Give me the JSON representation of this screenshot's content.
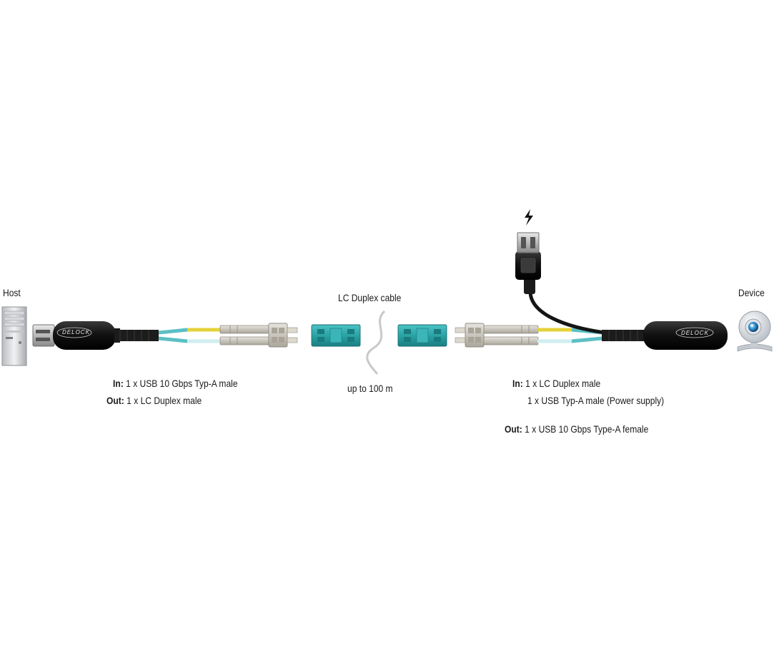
{
  "host_label": "Host",
  "device_label": "Device",
  "cable_label": "LC Duplex cable",
  "distance_label": "up to 100 m",
  "brand": "DELOCK",
  "left_specs": {
    "in_key": "In:",
    "in_value": "1 x USB 10 Gbps Typ-A male",
    "out_key": "Out:",
    "out_value": "1 x LC Duplex male"
  },
  "right_specs": {
    "in_key": "In:",
    "in_value_1": "1 x LC Duplex male",
    "in_value_2": "1 x USB Typ-A male (Power supply)",
    "out_key": "Out:",
    "out_value": "1 x USB 10 Gbps Type-A female"
  },
  "colors": {
    "fiber_aqua": "#5bbfc4",
    "fiber_yellow": "#e6d23a",
    "coupler_teal": "#2aa3a6",
    "connector_grey": "#c9c6bd",
    "jacket_black": "#161616"
  },
  "icons": {
    "power": "lightning-bolt-icon",
    "host": "desktop-tower-icon",
    "device": "webcam-icon"
  }
}
